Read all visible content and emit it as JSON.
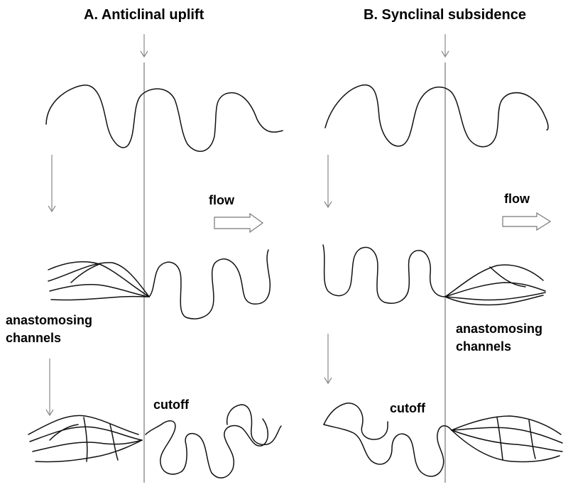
{
  "panels": {
    "a": {
      "title": "A.  Anticlinal  uplift",
      "flow_label": "flow",
      "anastomosing_label": [
        "anastomosing",
        "channels"
      ],
      "cutoff_label": "cutoff"
    },
    "b": {
      "title": "B. Synclinal subsidence",
      "flow_label": "flow",
      "anastomosing_label": [
        "anastomosing",
        "channels"
      ],
      "cutoff_label": "cutoff"
    }
  },
  "colors": {
    "stroke": "#111111",
    "axis_line": "#777777",
    "arrow": "#888888",
    "background": "#ffffff"
  }
}
